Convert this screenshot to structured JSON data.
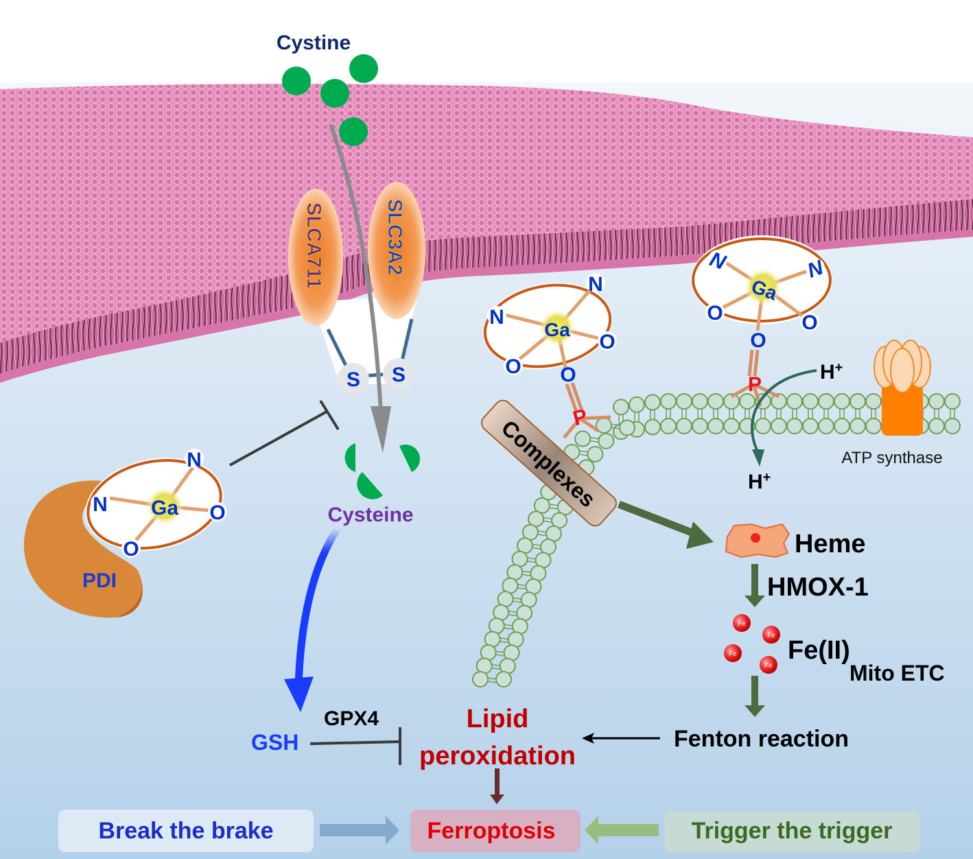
{
  "labels": {
    "cystine": "Cystine",
    "slc7a11": "SLCA711",
    "slc3a2": "SLC3A2",
    "sulfur": "S",
    "cysteine": "Cysteine",
    "pdi": "PDI",
    "gallium": "Ga",
    "nitrogen": "N",
    "oxygen": "O",
    "phosphorus": "P",
    "complexes": "Complexes",
    "proton": "H",
    "proton_sup": "+",
    "atp_synthase": "ATP  synthase",
    "heme": "Heme",
    "hmox1": "HMOX-1",
    "iron_ion": "Fe",
    "fe2": "Fe(II)",
    "mito_etc": "Mito ETC",
    "fenton": "Fenton reaction",
    "gsh": "GSH",
    "gpx4": "GPX4",
    "lipid_line1": "Lipid",
    "lipid_line2": "peroxidation",
    "ferroptosis": "Ferroptosis",
    "break_brake": "Break the brake",
    "trigger_trigger": "Trigger the trigger"
  },
  "colors": {
    "membrane_pink": "#e07fb0",
    "cystine_green": "#00aa4f",
    "ga_blue": "#0033cc",
    "phosphorus_red": "#e8101a",
    "lipid_red": "#c00000",
    "cysteine_purple": "#7030a0",
    "gsh_blue": "#1a3cff",
    "trigger_green": "#3a6b1e",
    "arrow_green": "#4e6b3f",
    "ferroptosis_bg": "#d8b0c3",
    "brake_bg": "#dde9f5",
    "trigger_bg": "#c8dad6"
  }
}
